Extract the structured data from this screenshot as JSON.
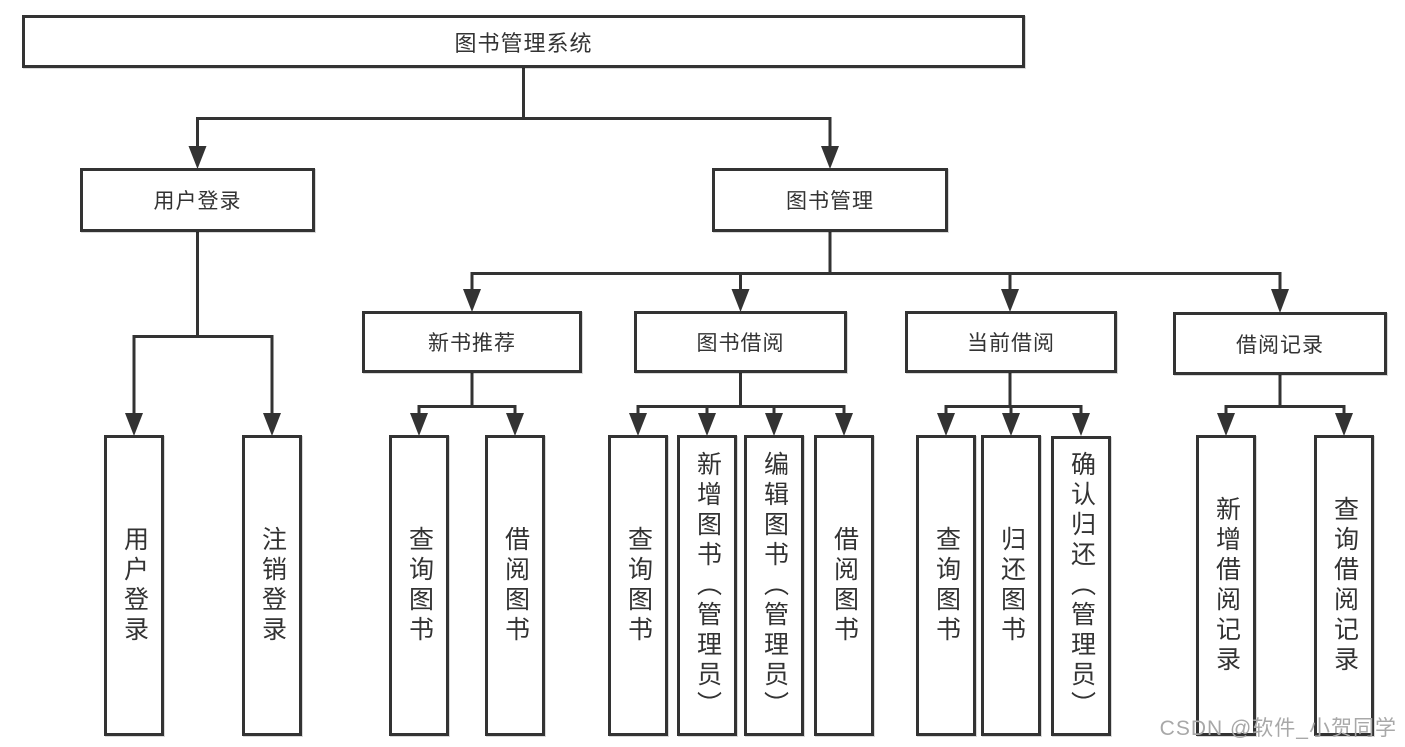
{
  "diagram_type": "hierarchy-tree",
  "nodes": {
    "root": {
      "label": "图书管理系统"
    },
    "user_login": {
      "label": "用户登录"
    },
    "book_management": {
      "label": "图书管理"
    },
    "new_book_recommend": {
      "label": "新书推荐"
    },
    "book_borrow": {
      "label": "图书借阅"
    },
    "current_borrow": {
      "label": "当前借阅"
    },
    "borrow_records": {
      "label": "借阅记录"
    },
    "leaf_user_login": {
      "label": "用户登录"
    },
    "leaf_logout": {
      "label": "注销登录"
    },
    "leaf_nb_query_books": {
      "label": "查询图书"
    },
    "leaf_nb_borrow_books": {
      "label": "借阅图书"
    },
    "leaf_bb_query_books": {
      "label": "查询图书"
    },
    "leaf_bb_add_books": {
      "label": "新增图书（管理员）"
    },
    "leaf_bb_edit_books": {
      "label": "编辑图书（管理员）"
    },
    "leaf_bb_borrow_books": {
      "label": "借阅图书"
    },
    "leaf_cb_query_books": {
      "label": "查询图书"
    },
    "leaf_cb_return_books": {
      "label": "归还图书"
    },
    "leaf_cb_confirm_return": {
      "label": "确认归还（管理员）"
    },
    "leaf_br_add_record": {
      "label": "新增借阅记录"
    },
    "leaf_br_query_record": {
      "label": "查询借阅记录"
    }
  },
  "watermark": "CSDN @软件_小贺同学",
  "colors": {
    "line": "#333333",
    "box_border": "#333333",
    "text": "#333333",
    "watermark": "#a8a8a8",
    "background": "#ffffff"
  }
}
